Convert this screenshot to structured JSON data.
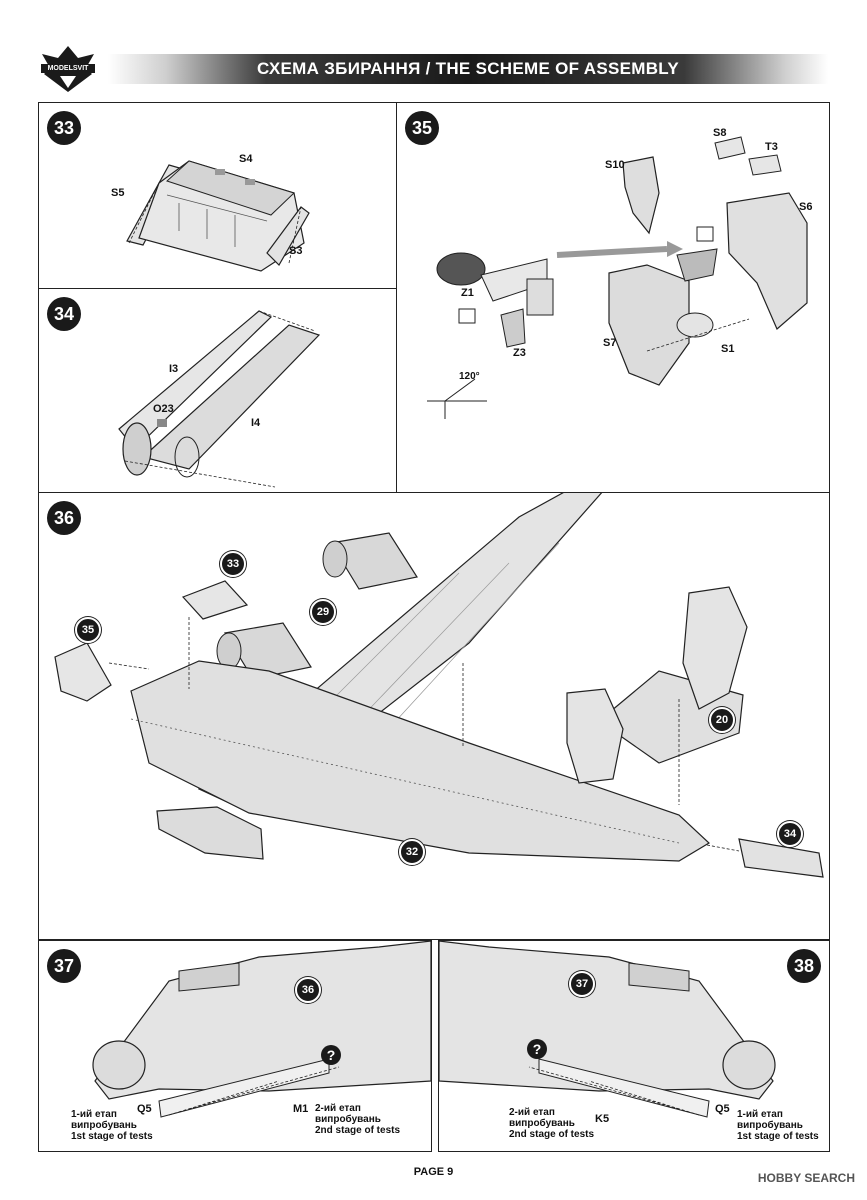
{
  "header": {
    "title": "СХЕМА ЗБИРАННЯ / THE SCHEME OF ASSEMBLY",
    "logo_text": "MODELSVIT"
  },
  "steps": {
    "s33": {
      "number": "33",
      "labels": {
        "s4": "S4",
        "s5": "S5",
        "s3": "S3"
      }
    },
    "s34": {
      "number": "34",
      "labels": {
        "i3": "I3",
        "o23": "O23",
        "i4": "I4"
      }
    },
    "s35": {
      "number": "35",
      "labels": {
        "s8": "S8",
        "t3": "T3",
        "s10": "S10",
        "s6": "S6",
        "z1": "Z1",
        "z3": "Z3",
        "s7": "S7",
        "s1": "S1",
        "angle": "120°"
      }
    },
    "s36": {
      "number": "36",
      "refs": {
        "r33": "33",
        "r35": "35",
        "r29": "29",
        "r20": "20",
        "r32": "32",
        "r34": "34"
      }
    },
    "s37": {
      "number": "37",
      "ref": "36",
      "q5": "Q5",
      "m1": "M1",
      "stage1": [
        "1-ий етап",
        "випробувань",
        "1st stage of tests"
      ],
      "stage2": [
        "2-ий етап",
        "випробувань",
        "2nd stage of tests"
      ]
    },
    "s38": {
      "number": "38",
      "ref": "37",
      "k5": "K5",
      "q5": "Q5",
      "stage2": [
        "2-ий етап",
        "випробувань",
        "2nd stage of tests"
      ],
      "stage1": [
        "1-ий етап",
        "випробувань",
        "1st stage of tests"
      ]
    }
  },
  "footer": {
    "page": "PAGE 9",
    "watermark": "HOBBY SEARCH"
  }
}
